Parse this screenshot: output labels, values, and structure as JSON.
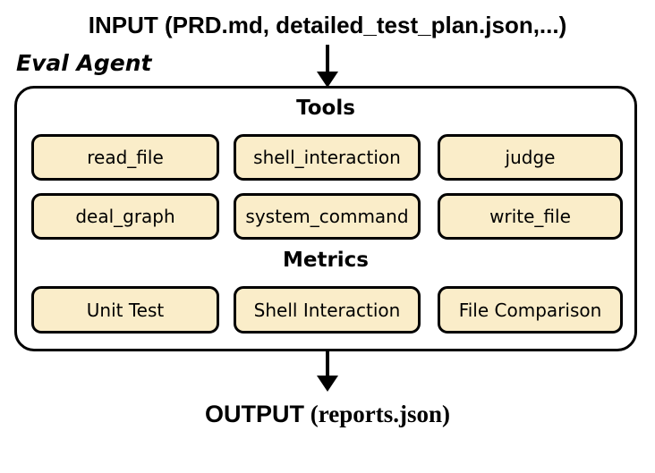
{
  "header": {
    "input_label": "INPUT (PRD.md, detailed_test_plan.json,...)",
    "agent_label": "Eval Agent"
  },
  "panel": {
    "tools": {
      "title": "Tools",
      "items": [
        "read_file",
        "shell_interaction",
        "judge",
        "deal_graph",
        "system_command",
        "write_file"
      ]
    },
    "metrics": {
      "title": "Metrics",
      "items": [
        "Unit Test",
        "Shell Interaction",
        "File Comparison"
      ]
    }
  },
  "footer": {
    "output_prefix": "OUTPUT",
    "output_suffix": " (reports.json)"
  },
  "colors": {
    "box_fill": "#FAEDC9",
    "stroke": "#000000",
    "background": "#FFFFFF"
  }
}
